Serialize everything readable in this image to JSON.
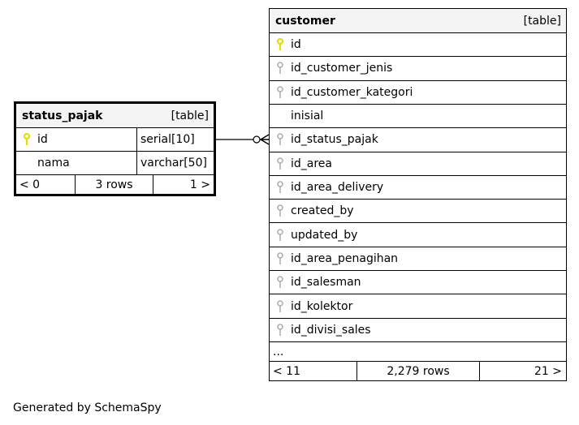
{
  "status_pajak": {
    "name": "status_pajak",
    "kind": "[table]",
    "columns": [
      {
        "name": "id",
        "type": "serial[10]",
        "key": "primary"
      },
      {
        "name": "nama",
        "type": "varchar[50]",
        "key": "none"
      }
    ],
    "footer": {
      "parents": "< 0",
      "rows": "3 rows",
      "children": "1 >"
    }
  },
  "customer": {
    "name": "customer",
    "kind": "[table]",
    "columns": [
      {
        "name": "id",
        "key": "primary"
      },
      {
        "name": "id_customer_jenis",
        "key": "foreign"
      },
      {
        "name": "id_customer_kategori",
        "key": "foreign"
      },
      {
        "name": "inisial",
        "key": "none"
      },
      {
        "name": "id_status_pajak",
        "key": "foreign"
      },
      {
        "name": "id_area",
        "key": "foreign"
      },
      {
        "name": "id_area_delivery",
        "key": "foreign"
      },
      {
        "name": "created_by",
        "key": "foreign"
      },
      {
        "name": "updated_by",
        "key": "foreign"
      },
      {
        "name": "id_area_penagihan",
        "key": "foreign"
      },
      {
        "name": "id_salesman",
        "key": "foreign"
      },
      {
        "name": "id_kolektor",
        "key": "foreign"
      },
      {
        "name": "id_divisi_sales",
        "key": "foreign"
      }
    ],
    "ellipsis": "...",
    "footer": {
      "parents": "< 11",
      "rows": "2,279 rows",
      "children": "21 >"
    }
  },
  "colors": {
    "primary_key": "#e0e000",
    "foreign_key": "#b0b0b0"
  },
  "credit": "Generated by SchemaSpy"
}
